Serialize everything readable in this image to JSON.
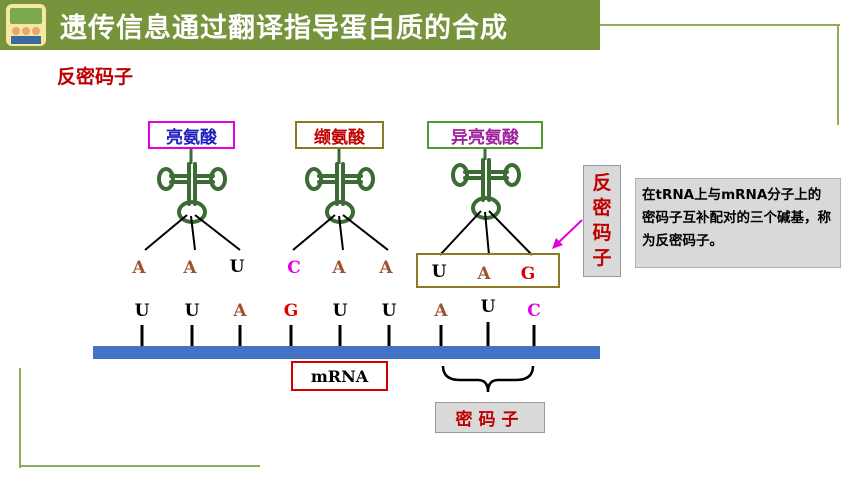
{
  "header": {
    "title": "遗传信息通过翻译指导蛋白质的合成",
    "subtitle": "反密码子"
  },
  "diagram": {
    "amino_acids": [
      "亮氨酸",
      "缬氨酸",
      "异亮氨酸"
    ],
    "anticodon_bases": [
      "A",
      "A",
      "U",
      "C",
      "A",
      "A",
      "U",
      "A",
      "G"
    ],
    "codon_bases": [
      "U",
      "U",
      "A",
      "G",
      "U",
      "U",
      "A",
      "U",
      "C"
    ],
    "mrna_label": "mRNA",
    "codon_label": "密码子",
    "anticodon_label": [
      "反",
      "密",
      "码",
      "子"
    ],
    "note": "在tRNA上与mRNA分子上的密码子互补配对的三个碱基，称为反密码子。"
  },
  "colors": {
    "title_bar": "#77933c",
    "accent_red": "#c00000",
    "base_A": "#a0522d",
    "base_U": "#000000",
    "base_C": "#e000e0",
    "base_G": "#e00000",
    "trna": "#3d6b35",
    "mrna_strand": "#4472c4"
  }
}
